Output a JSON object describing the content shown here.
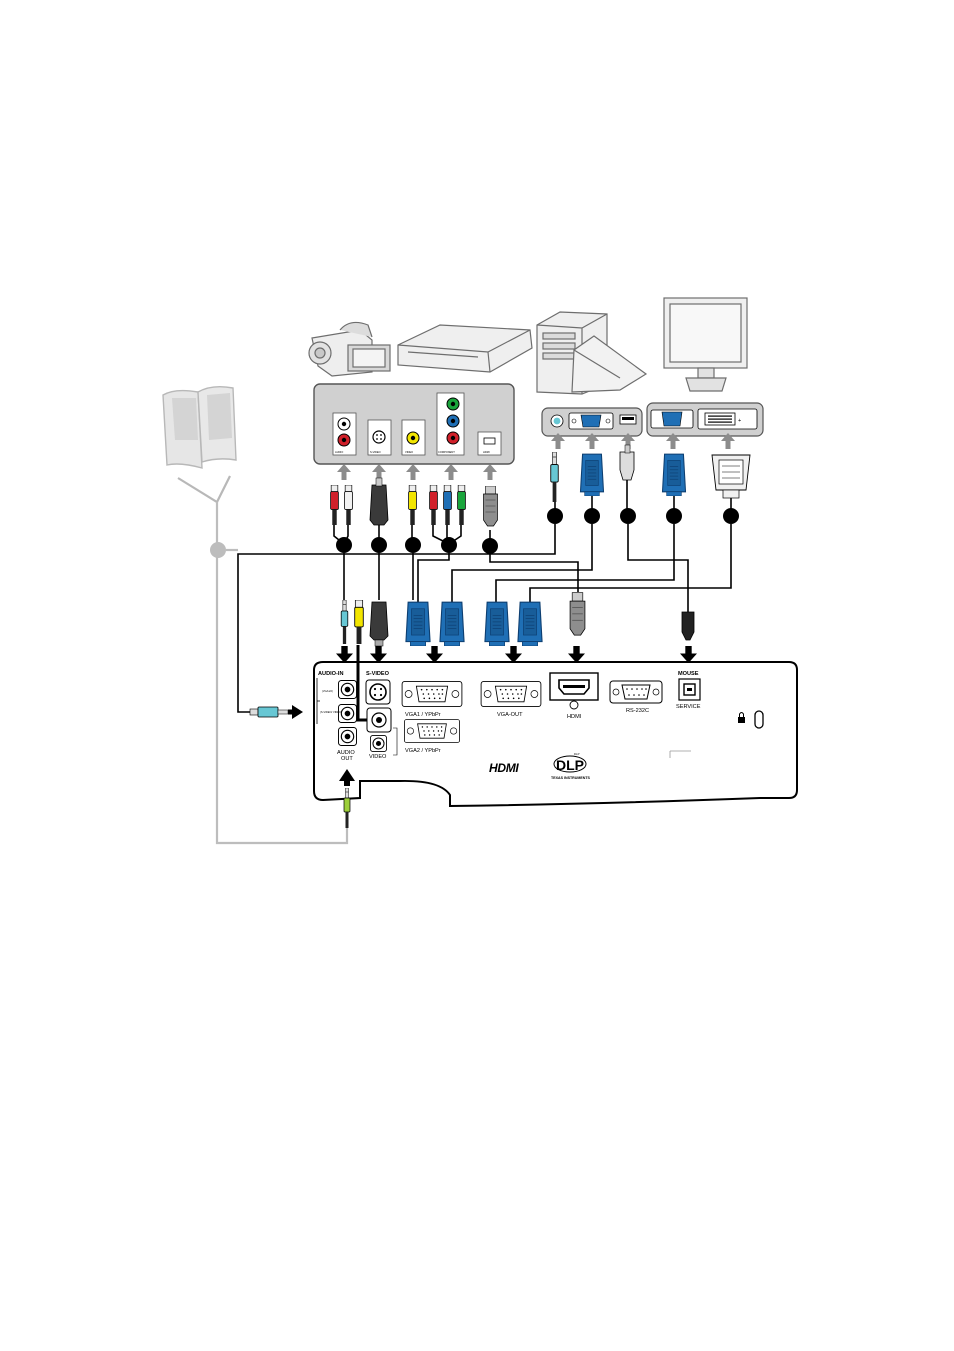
{
  "ports": {
    "audio_in": "AUDIO-IN",
    "vga1_src": "(VGA1/2)",
    "svideo_src": "(S-VIDEO/ VIDEO)",
    "audio_out_line1": "AUDIO",
    "audio_out_line2": "OUT",
    "svideo": "S-VIDEO",
    "video": "VIDEO",
    "vga1": "VGA1 / YPbPr",
    "vga2": "VGA2 / YPbPr",
    "vga_out": "VGA-OUT",
    "hdmi": "HDMI",
    "rs232c": "RS-232C",
    "mouse": "MOUSE",
    "service": "SERVICE"
  },
  "source_panel": {
    "audio": "AUDIO",
    "svideo": "S-VIDEO",
    "video": "VIDEO",
    "component": "COMPONENT",
    "hdmi": "HDMI"
  },
  "logos": {
    "hdmi": "HDMI",
    "dlp": "DLP",
    "dlp_top": "DLP",
    "texas": "TEXAS INSTRUMENTS"
  },
  "colors": {
    "vga_blue": "#1f6fb5",
    "audio_red": "#d0202a",
    "audio_white": "#f2f2f2",
    "video_yellow": "#f2e500",
    "component_green": "#1aa53c",
    "audio_cyan": "#67c7d4",
    "audio_out_green": "#9ccf3a",
    "arrow_grey": "#8c8c8c"
  }
}
